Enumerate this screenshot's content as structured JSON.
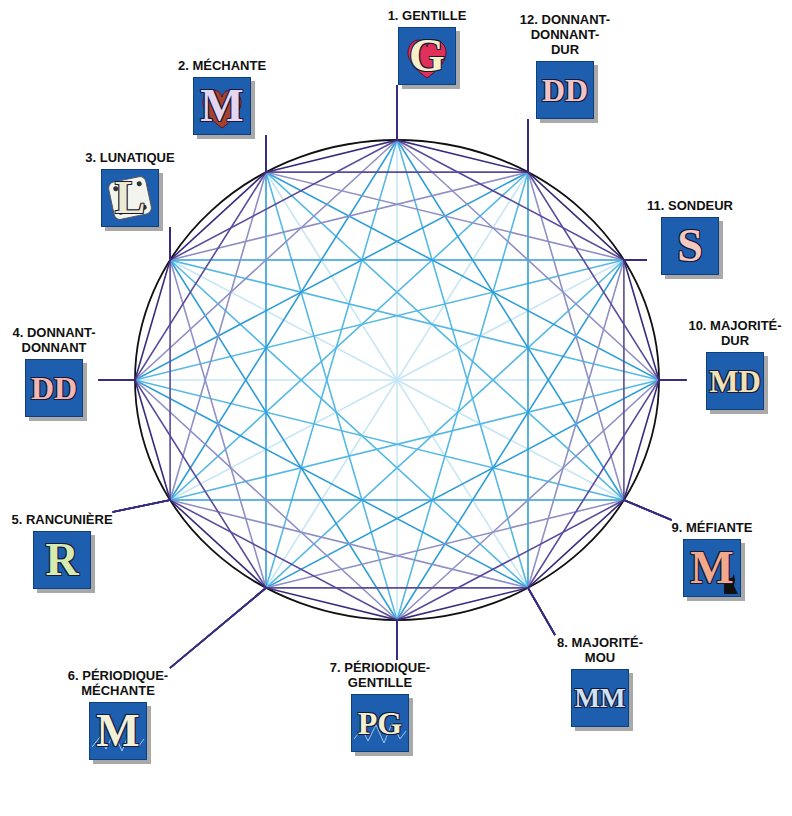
{
  "diagram": {
    "nodes": [
      {
        "text": [
          "1. GENTILLE",
          "G"
        ]
      },
      {
        "text": [
          "2. MÉCHANTE",
          "M"
        ]
      },
      {
        "text": [
          "3. LUNATIQUE",
          "L"
        ]
      },
      {
        "text": [
          "4. DONNANT- DONNANT",
          "DD"
        ]
      },
      {
        "text": [
          "5. RANCUNIÈRE",
          "R"
        ]
      },
      {
        "text": [
          "6. PÉRIODIQUE- MÉCHANTE",
          "M"
        ]
      },
      {
        "text": [
          "7. PÉRIODIQUE- GENTILLE",
          "PG"
        ]
      },
      {
        "text": [
          "8. MAJORITÉ- MOU",
          "MM"
        ]
      },
      {
        "text": [
          "9. MÉFIANTE",
          "M"
        ]
      },
      {
        "text": [
          "10. MAJORITÉ- DUR",
          "MD"
        ]
      },
      {
        "text": [
          "11. SONDEUR",
          "S"
        ]
      },
      {
        "text": [
          "12. DONNANT- DONNANT- DUR",
          "DD"
        ]
      }
    ],
    "edges": [
      {
        "from": 0,
        "to": 1,
        "arrow": "none"
      },
      {
        "from": 0,
        "to": 2,
        "arrow": "none"
      },
      {
        "from": 0,
        "to": 3,
        "arrow": "none"
      },
      {
        "from": 0,
        "to": 4,
        "arrow": "none"
      },
      {
        "from": 0,
        "to": 5,
        "arrow": "none"
      },
      {
        "from": 0,
        "to": 6,
        "arrow": "none"
      },
      {
        "from": 0,
        "to": 7,
        "arrow": "none"
      },
      {
        "from": 0,
        "to": 8,
        "arrow": "none"
      },
      {
        "from": 0,
        "to": 9,
        "arrow": "none"
      },
      {
        "from": 0,
        "to": 10,
        "arrow": "none"
      },
      {
        "from": 0,
        "to": 11,
        "arrow": "none"
      },
      {
        "from": 1,
        "to": 2,
        "arrow": "none"
      },
      {
        "from": 1,
        "to": 3,
        "arrow": "none"
      },
      {
        "from": 1,
        "to": 4,
        "arrow": "none"
      },
      {
        "from": 1,
        "to": 5,
        "arrow": "none"
      },
      {
        "from": 1,
        "to": 6,
        "arrow": "none"
      },
      {
        "from": 1,
        "to": 7,
        "arrow": "none"
      },
      {
        "from": 1,
        "to": 8,
        "arrow": "none"
      },
      {
        "from": 1,
        "to": 9,
        "arrow": "none"
      },
      {
        "from": 1,
        "to": 10,
        "arrow": "none"
      },
      {
        "from": 1,
        "to": 11,
        "arrow": "none"
      },
      {
        "from": 2,
        "to": 3,
        "arrow": "none"
      },
      {
        "from": 2,
        "to": 4,
        "arrow": "none"
      },
      {
        "from": 2,
        "to": 5,
        "arrow": "none"
      },
      {
        "from": 2,
        "to": 6,
        "arrow": "none"
      },
      {
        "from": 2,
        "to": 7,
        "arrow": "none"
      },
      {
        "from": 2,
        "to": 8,
        "arrow": "none"
      },
      {
        "from": 2,
        "to": 9,
        "arrow": "none"
      },
      {
        "from": 2,
        "to": 10,
        "arrow": "none"
      },
      {
        "from": 2,
        "to": 11,
        "arrow": "none"
      },
      {
        "from": 3,
        "to": 4,
        "arrow": "none"
      },
      {
        "from": 3,
        "to": 5,
        "arrow": "none"
      },
      {
        "from": 3,
        "to": 6,
        "arrow": "none"
      },
      {
        "from": 3,
        "to": 7,
        "arrow": "none"
      },
      {
        "from": 3,
        "to": 8,
        "arrow": "none"
      },
      {
        "from": 3,
        "to": 9,
        "arrow": "none"
      },
      {
        "from": 3,
        "to": 10,
        "arrow": "none"
      },
      {
        "from": 3,
        "to": 11,
        "arrow": "none"
      },
      {
        "from": 4,
        "to": 5,
        "arrow": "none"
      },
      {
        "from": 4,
        "to": 6,
        "arrow": "none"
      },
      {
        "from": 4,
        "to": 7,
        "arrow": "none"
      },
      {
        "from": 4,
        "to": 8,
        "arrow": "none"
      },
      {
        "from": 4,
        "to": 9,
        "arrow": "none"
      },
      {
        "from": 4,
        "to": 10,
        "arrow": "none"
      },
      {
        "from": 4,
        "to": 11,
        "arrow": "none"
      },
      {
        "from": 5,
        "to": 6,
        "arrow": "none"
      },
      {
        "from": 5,
        "to": 7,
        "arrow": "none"
      },
      {
        "from": 5,
        "to": 8,
        "arrow": "none"
      },
      {
        "from": 5,
        "to": 9,
        "arrow": "none"
      },
      {
        "from": 5,
        "to": 10,
        "arrow": "none"
      },
      {
        "from": 5,
        "to": 11,
        "arrow": "none"
      },
      {
        "from": 6,
        "to": 7,
        "arrow": "none"
      },
      {
        "from": 6,
        "to": 8,
        "arrow": "none"
      },
      {
        "from": 6,
        "to": 9,
        "arrow": "none"
      },
      {
        "from": 6,
        "to": 10,
        "arrow": "none"
      },
      {
        "from": 6,
        "to": 11,
        "arrow": "none"
      },
      {
        "from": 7,
        "to": 8,
        "arrow": "none"
      },
      {
        "from": 7,
        "to": 9,
        "arrow": "none"
      },
      {
        "from": 7,
        "to": 10,
        "arrow": "none"
      },
      {
        "from": 7,
        "to": 11,
        "arrow": "none"
      },
      {
        "from": 8,
        "to": 9,
        "arrow": "none"
      },
      {
        "from": 8,
        "to": 10,
        "arrow": "none"
      },
      {
        "from": 8,
        "to": 11,
        "arrow": "none"
      },
      {
        "from": 9,
        "to": 10,
        "arrow": "none"
      },
      {
        "from": 9,
        "to": 11,
        "arrow": "none"
      },
      {
        "from": 10,
        "to": 11,
        "arrow": "none"
      }
    ]
  }
}
